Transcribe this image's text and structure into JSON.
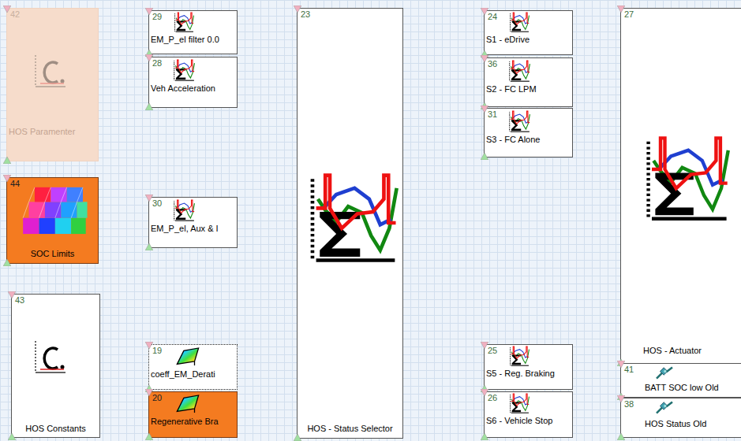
{
  "diagram": {
    "nodes": [
      {
        "text": [
          "42",
          "HOS Paramenter"
        ]
      },
      {
        "text": [
          "29",
          "EM_P_el filter 0.0"
        ]
      },
      {
        "text": [
          "23",
          "HOS - Status Selector"
        ]
      },
      {
        "text": [
          "24",
          "S1 - eDrive"
        ]
      },
      {
        "text": [
          "27",
          "HOS - Actuator"
        ]
      },
      {
        "text": [
          "28",
          "Veh Acceleration"
        ]
      },
      {
        "text": [
          "36",
          "S2 - FC LPM"
        ]
      },
      {
        "text": [
          "31",
          "S3 - FC Alone"
        ]
      },
      {
        "text": [
          "44",
          "SOC Limits"
        ]
      },
      {
        "text": [
          "30",
          "EM_P_el, Aux & I"
        ]
      },
      {
        "text": [
          "43",
          "HOS Constants"
        ]
      },
      {
        "text": [
          "19",
          "coeff_EM_Derati"
        ]
      },
      {
        "text": [
          "25",
          "S5 - Reg. Braking"
        ]
      },
      {
        "text": [
          "41",
          "BATT SOC low Old"
        ]
      },
      {
        "text": [
          "20",
          "Regenerative Bra"
        ]
      },
      {
        "text": [
          "26",
          "S6 - Vehicle Stop"
        ]
      },
      {
        "text": [
          "38",
          "HOS Status Old"
        ]
      }
    ]
  }
}
